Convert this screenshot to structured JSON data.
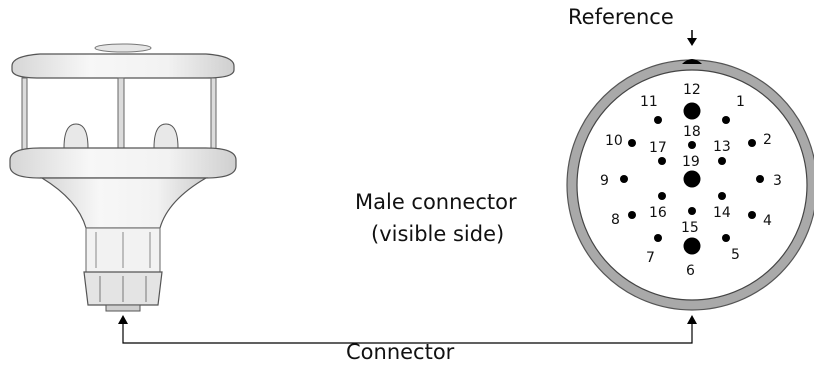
{
  "labels": {
    "reference": "Reference",
    "male_connector_line1": "Male connector",
    "male_connector_line2": "(visible side)",
    "connector": "Connector"
  },
  "pins": [
    {
      "num": "1",
      "big": false
    },
    {
      "num": "2",
      "big": false
    },
    {
      "num": "3",
      "big": false
    },
    {
      "num": "4",
      "big": false
    },
    {
      "num": "5",
      "big": false
    },
    {
      "num": "6",
      "big": true
    },
    {
      "num": "7",
      "big": false
    },
    {
      "num": "8",
      "big": false
    },
    {
      "num": "9",
      "big": false
    },
    {
      "num": "10",
      "big": false
    },
    {
      "num": "11",
      "big": false
    },
    {
      "num": "12",
      "big": true
    },
    {
      "num": "13",
      "big": false
    },
    {
      "num": "14",
      "big": false
    },
    {
      "num": "15",
      "big": false
    },
    {
      "num": "16",
      "big": false
    },
    {
      "num": "17",
      "big": false
    },
    {
      "num": "18",
      "big": false
    },
    {
      "num": "19",
      "big": true
    }
  ],
  "colors": {
    "connector_ring": "#a9a9a9",
    "sensor_body": "#eeeeee",
    "sensor_outline": "#555555",
    "pin": "#000000"
  }
}
